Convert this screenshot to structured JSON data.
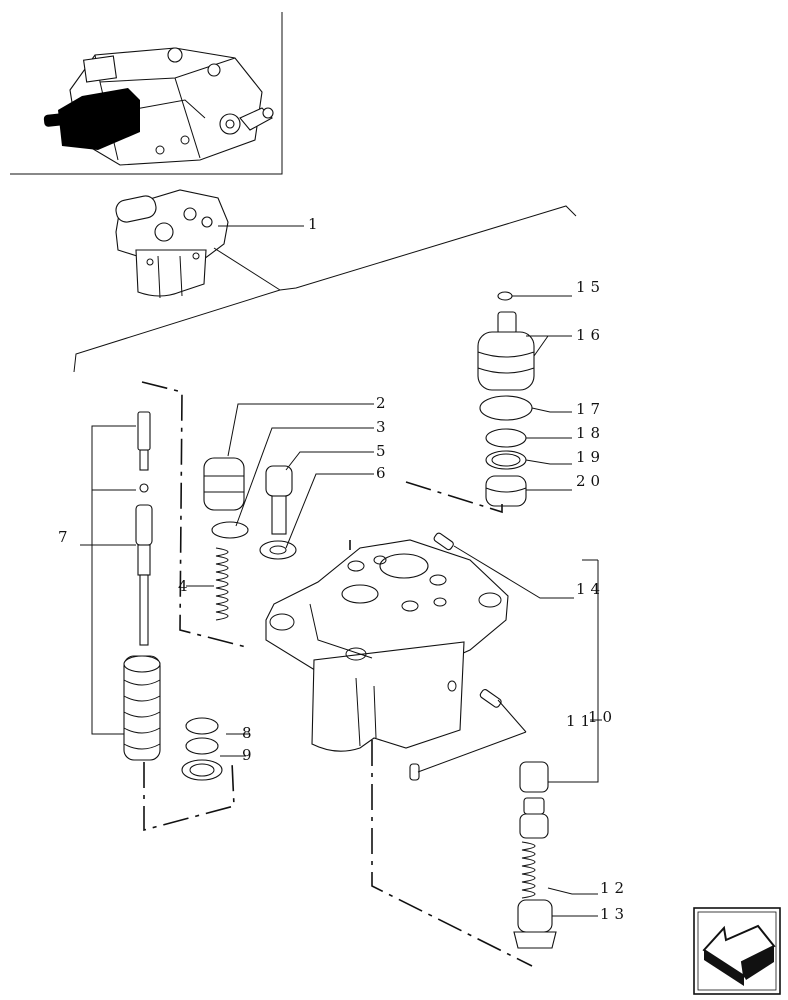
{
  "figure": {
    "inset_label": "",
    "callouts": {
      "c1": "1",
      "c2": "2",
      "c3": "3",
      "c4": "4",
      "c5": "5",
      "c6": "6",
      "c7": "7",
      "c8": "8",
      "c9": "9",
      "c10": "10",
      "c11": "11",
      "c12": "12",
      "c13": "13",
      "c14": "14",
      "c15": "15",
      "c16": "16",
      "c17": "17",
      "c18": "18",
      "c19": "19",
      "c20": "20"
    }
  },
  "nav": {
    "icon": "arrow-back-icon"
  }
}
